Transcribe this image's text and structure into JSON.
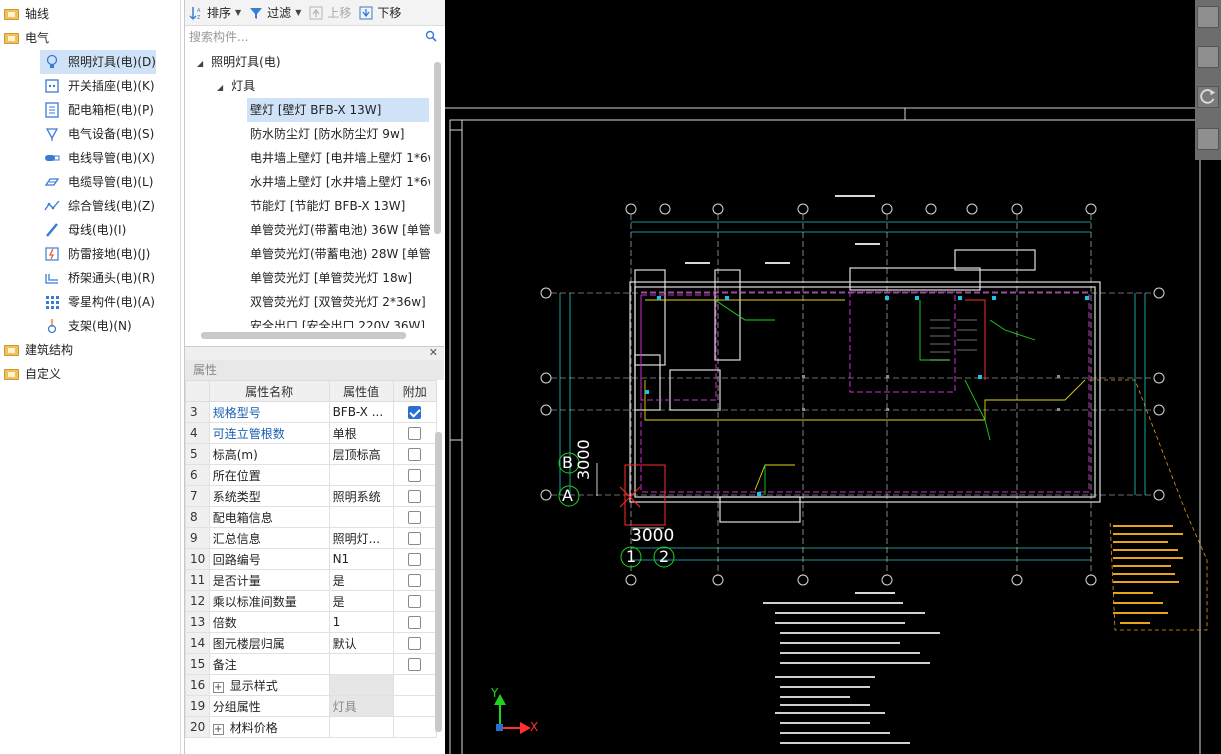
{
  "tree": {
    "items": [
      {
        "label": "轴线",
        "icon": "folder-icon"
      },
      {
        "label": "电气",
        "icon": "folder-icon"
      },
      {
        "label": "照明灯具(电)(D)",
        "icon": "light-bulb-icon"
      },
      {
        "label": "开关插座(电)(K)",
        "icon": "switch-socket-icon"
      },
      {
        "label": "配电箱柜(电)(P)",
        "icon": "distribution-box-icon"
      },
      {
        "label": "电气设备(电)(S)",
        "icon": "electrical-device-icon"
      },
      {
        "label": "电线导管(电)(X)",
        "icon": "wire-conduit-icon"
      },
      {
        "label": "电缆导管(电)(L)",
        "icon": "cable-conduit-icon"
      },
      {
        "label": "综合管线(电)(Z)",
        "icon": "integrated-pipeline-icon"
      },
      {
        "label": "母线(电)(I)",
        "icon": "busbar-icon"
      },
      {
        "label": "防雷接地(电)(J)",
        "icon": "lightning-ground-icon"
      },
      {
        "label": "桥架通头(电)(R)",
        "icon": "tray-fitting-icon"
      },
      {
        "label": "零星构件(电)(A)",
        "icon": "misc-component-icon"
      },
      {
        "label": "支架(电)(N)",
        "icon": "bracket-icon"
      },
      {
        "label": "建筑结构",
        "icon": "folder-icon"
      },
      {
        "label": "自定义",
        "icon": "folder-icon"
      }
    ]
  },
  "toolbar": {
    "sort_label": "排序",
    "filter_label": "过滤",
    "up_label": "上移",
    "down_label": "下移"
  },
  "search": {
    "placeholder": "搜索构件..."
  },
  "component_tree": {
    "root": "照明灯具(电)",
    "group": "灯具",
    "items": [
      "壁灯 [壁灯 BFB-X 13W]",
      "防水防尘灯 [防水防尘灯 9w]",
      "电井墙上壁灯 [电井墙上壁灯 1*6w",
      "水井墙上壁灯 [水井墙上壁灯 1*6w",
      "节能灯 [节能灯 BFB-X 13W]",
      "单管荧光灯(带蓄电池)   36W [单管",
      "单管荧光灯(带蓄电池)   28W [单管",
      "单管荧光灯 [单管荧光灯 18w]",
      "双管荧光灯 [双管荧光灯 2*36w]",
      "安全出口 [安全出口 220V 36W]"
    ]
  },
  "properties": {
    "tab_label": "属性",
    "headers": [
      "属性名称",
      "属性值",
      "附加"
    ],
    "rows": [
      {
        "num": "3",
        "name": "规格型号",
        "value": "BFB-X ...",
        "checkbox": "on",
        "blue": true
      },
      {
        "num": "4",
        "name": "可连立管根数",
        "value": "单根",
        "checkbox": "off",
        "blue": true
      },
      {
        "num": "5",
        "name": "标高(m)",
        "value": "层顶标高",
        "checkbox": "off"
      },
      {
        "num": "6",
        "name": "所在位置",
        "value": "",
        "checkbox": "off"
      },
      {
        "num": "7",
        "name": "系统类型",
        "value": "照明系统",
        "checkbox": "off"
      },
      {
        "num": "8",
        "name": "配电箱信息",
        "value": "",
        "checkbox": "off"
      },
      {
        "num": "9",
        "name": "汇总信息",
        "value": "照明灯...",
        "checkbox": "off"
      },
      {
        "num": "10",
        "name": "回路编号",
        "value": "N1",
        "checkbox": "off"
      },
      {
        "num": "11",
        "name": "是否计量",
        "value": "是",
        "checkbox": "off"
      },
      {
        "num": "12",
        "name": "乘以标准间数量",
        "value": "是",
        "checkbox": "off"
      },
      {
        "num": "13",
        "name": "倍数",
        "value": "1",
        "checkbox": "off"
      },
      {
        "num": "14",
        "name": "图元楼层归属",
        "value": "默认",
        "checkbox": "off"
      },
      {
        "num": "15",
        "name": "备注",
        "value": "",
        "checkbox": "off"
      },
      {
        "num": "16",
        "name": "显示样式",
        "value": "",
        "checkbox": "none",
        "expand": true,
        "grey": true
      },
      {
        "num": "19",
        "name": "分组属性",
        "value": "灯具",
        "checkbox": "none",
        "grey": true
      },
      {
        "num": "20",
        "name": "材料价格",
        "value": "",
        "checkbox": "none",
        "expand": true
      }
    ]
  },
  "canvas": {
    "axis_b": "B",
    "axis_a": "A",
    "axis_1": "1",
    "axis_2": "2",
    "dim_vertical": "3000",
    "dim_horizontal": "3000",
    "axis_x": "X",
    "axis_y": "Y"
  }
}
